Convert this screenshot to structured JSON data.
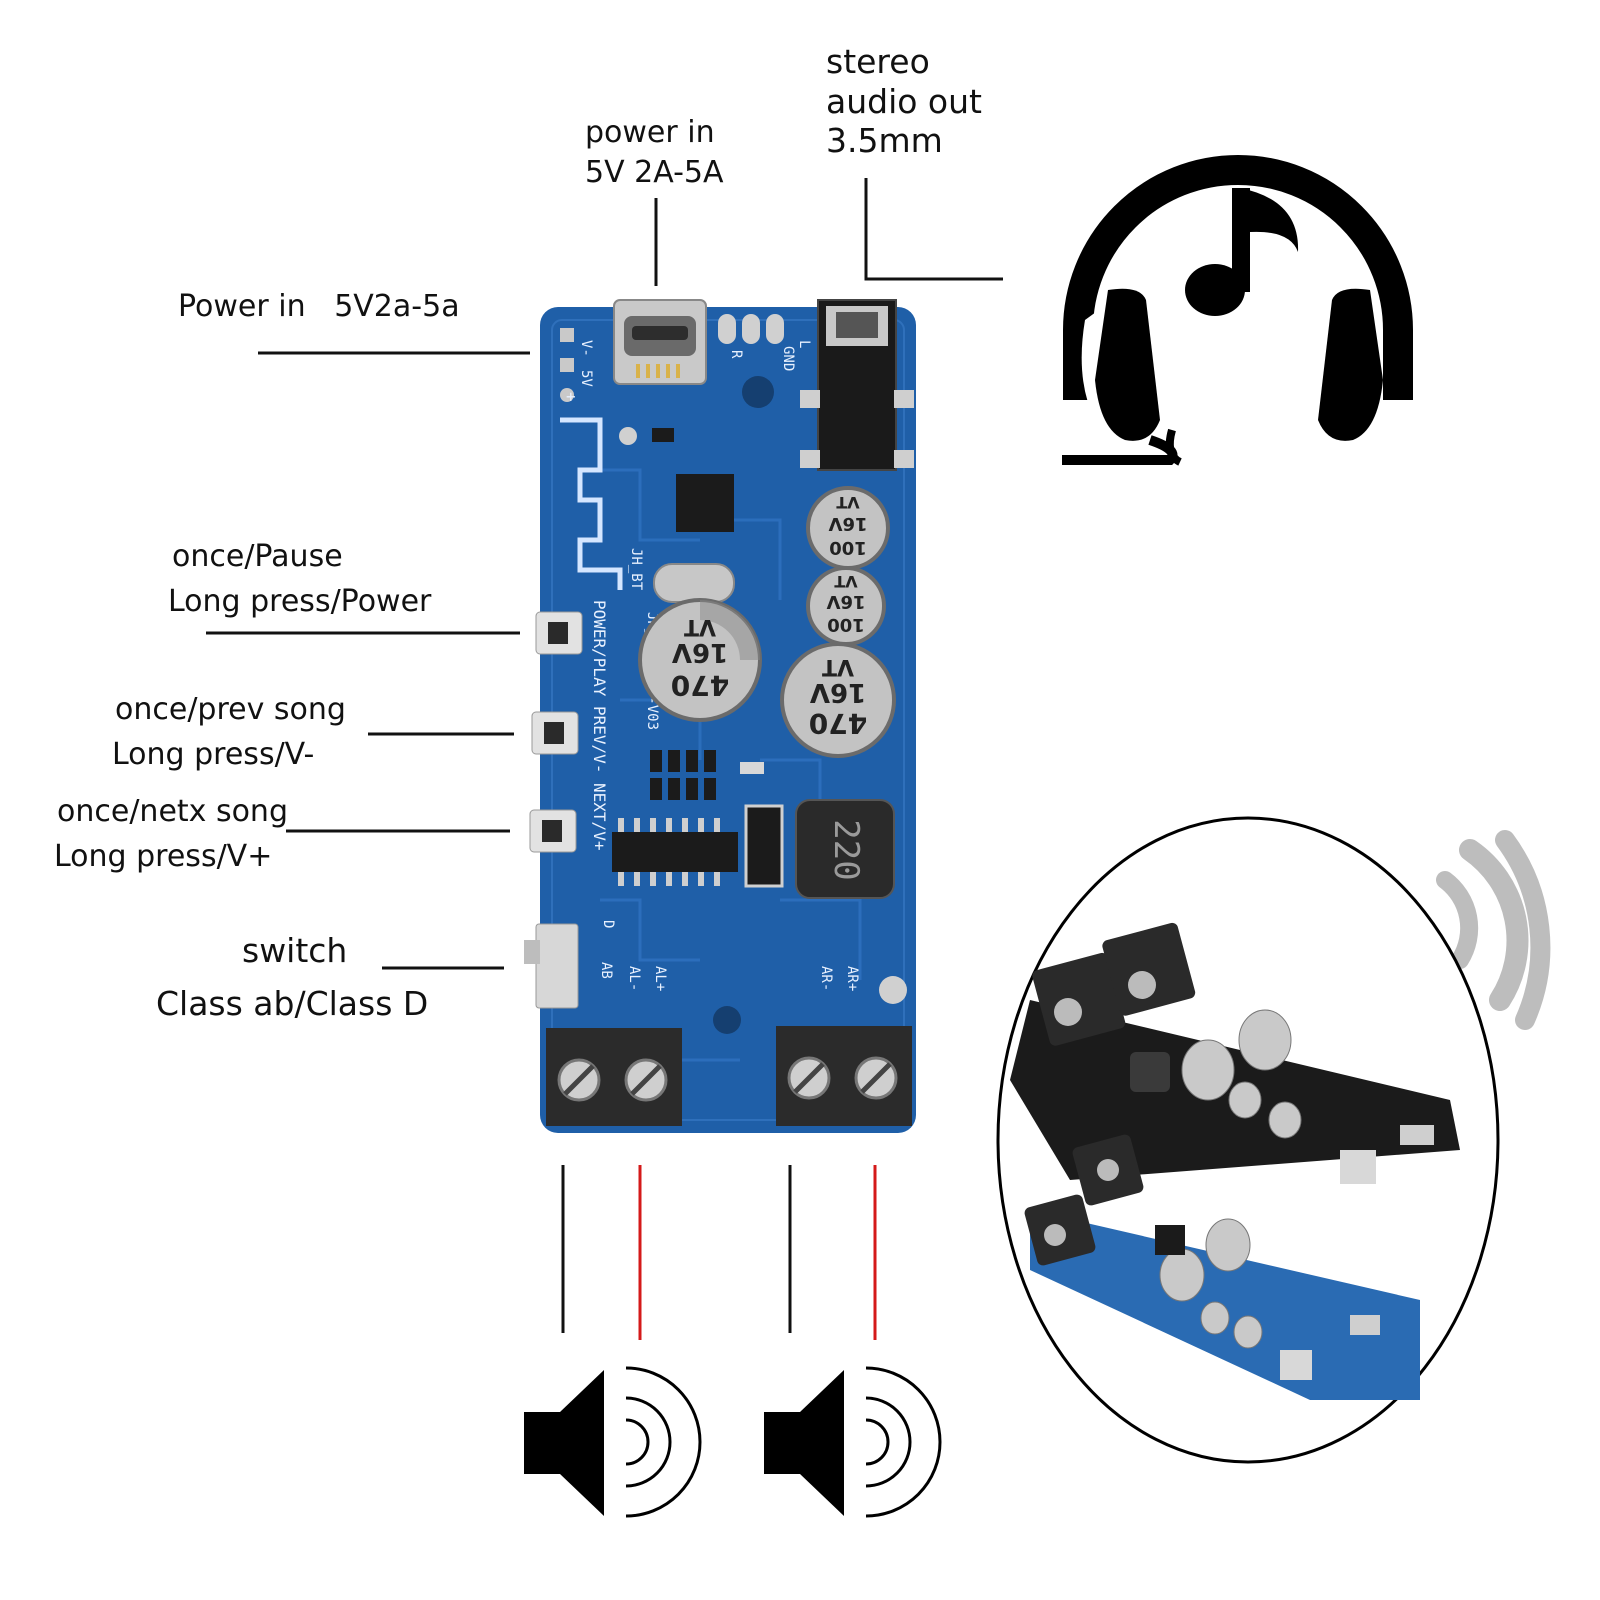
{
  "labels": {
    "stereo_out": [
      "stereo",
      "audio out",
      "3.5mm"
    ],
    "power_in_top": [
      "power in",
      "5V 2A-5A"
    ],
    "power_in_side": "Power in   5V2a-5a",
    "play_button": [
      "once/Pause",
      "Long press/Power"
    ],
    "prev_button": [
      "once/prev song",
      "Long press/V-"
    ],
    "next_button": [
      "once/netx song",
      "Long press/V+"
    ],
    "switch": [
      "switch",
      "Class ab/Class D"
    ]
  },
  "board_silkscreen": {
    "bottom_left_vertical": "POWER/PLAY PREV/V- NEXT/V+",
    "model": "JH_BT03AC6-V03",
    "bt": "JH_BT",
    "out_left": [
      "AB",
      "AL-",
      "AL+"
    ],
    "out_right": [
      "AR-",
      "AR+"
    ],
    "d": "D",
    "supply": [
      "V-",
      "5V",
      "+"
    ],
    "jack": [
      "L",
      "GND",
      "R"
    ],
    "inductor": "220"
  },
  "capacitors": {
    "large": [
      "470",
      "16V",
      "VT"
    ],
    "small": [
      "100",
      "16V",
      "VT"
    ]
  },
  "icons": [
    "headphones-music-icon",
    "speaker-left-icon",
    "speaker-right-icon",
    "wireless-waves-icon"
  ],
  "colors": {
    "pcb_blue": "#1f5fa8",
    "pcb_dark": "#1a4f8f",
    "wire_black": "#111111",
    "wire_red": "#d41a1a",
    "terminal": "#2b2b2b"
  }
}
